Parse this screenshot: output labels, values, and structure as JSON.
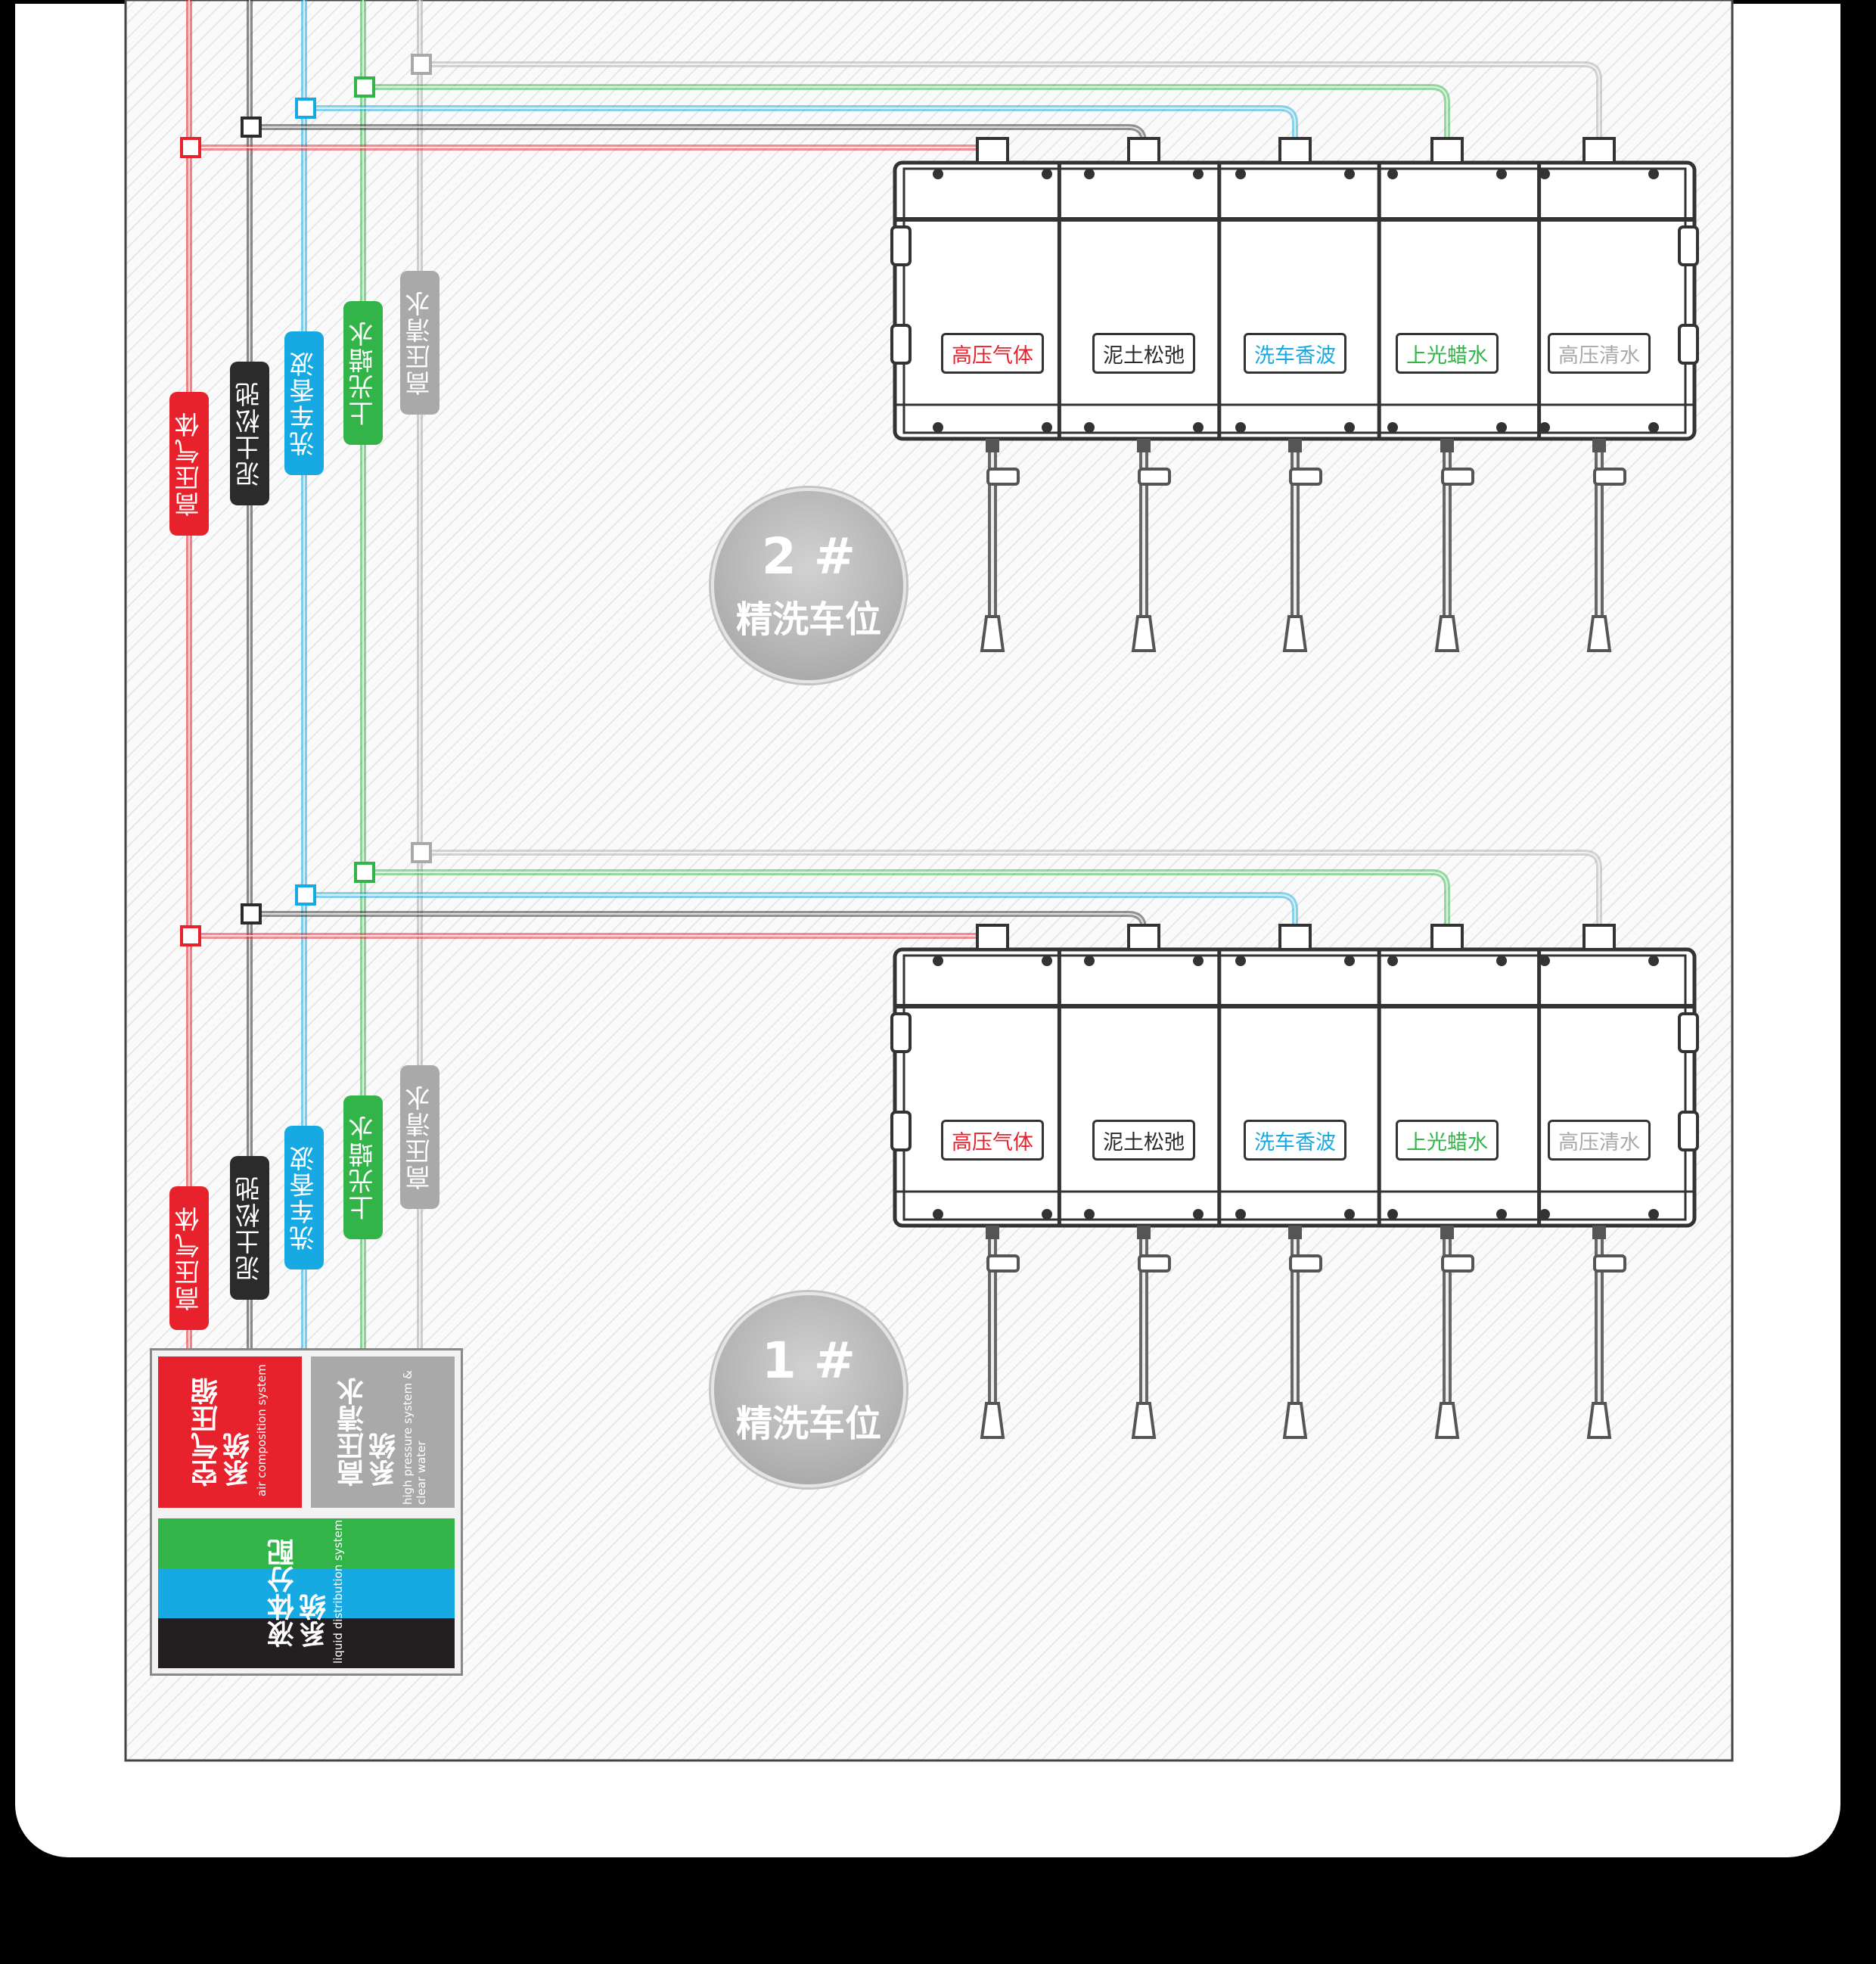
{
  "colors": {
    "air": "#e8222c",
    "loosen": "#2b2b2b",
    "foam": "#17a9e1",
    "wax": "#32b449",
    "water": "#a9a9a9"
  },
  "pipe_labels": [
    "高压气体",
    "泥土松弛",
    "洗车香波",
    "上光蜡水",
    "高压清水"
  ],
  "unit_labels": [
    "高压气体",
    "泥土松弛",
    "洗车香波",
    "上光蜡水",
    "高压清水"
  ],
  "stations": [
    {
      "number": "2 #",
      "name": "精洗车位"
    },
    {
      "number": "1 #",
      "name": "精洗车位"
    }
  ],
  "legend": {
    "air_system": {
      "title": "空气压缩\n系统",
      "subtitle": "air composition system"
    },
    "water_system": {
      "title": "高压清水\n系统",
      "subtitle": "high pressure system & clear water"
    },
    "liquid_system": {
      "title": "液体分配\n系统",
      "subtitle": "liquid distribution system"
    }
  }
}
